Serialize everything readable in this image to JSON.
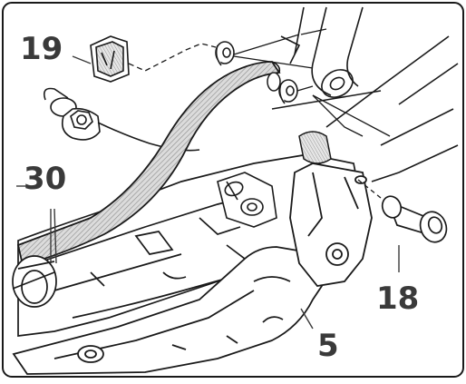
{
  "callouts": {
    "c19": "19",
    "c30": "30",
    "c18": "18",
    "c5": "5"
  },
  "colors": {
    "line": "#1a1a1a",
    "hatch": "#9a9a9a",
    "label": "#3a3a3a",
    "paper": "#ffffff"
  }
}
